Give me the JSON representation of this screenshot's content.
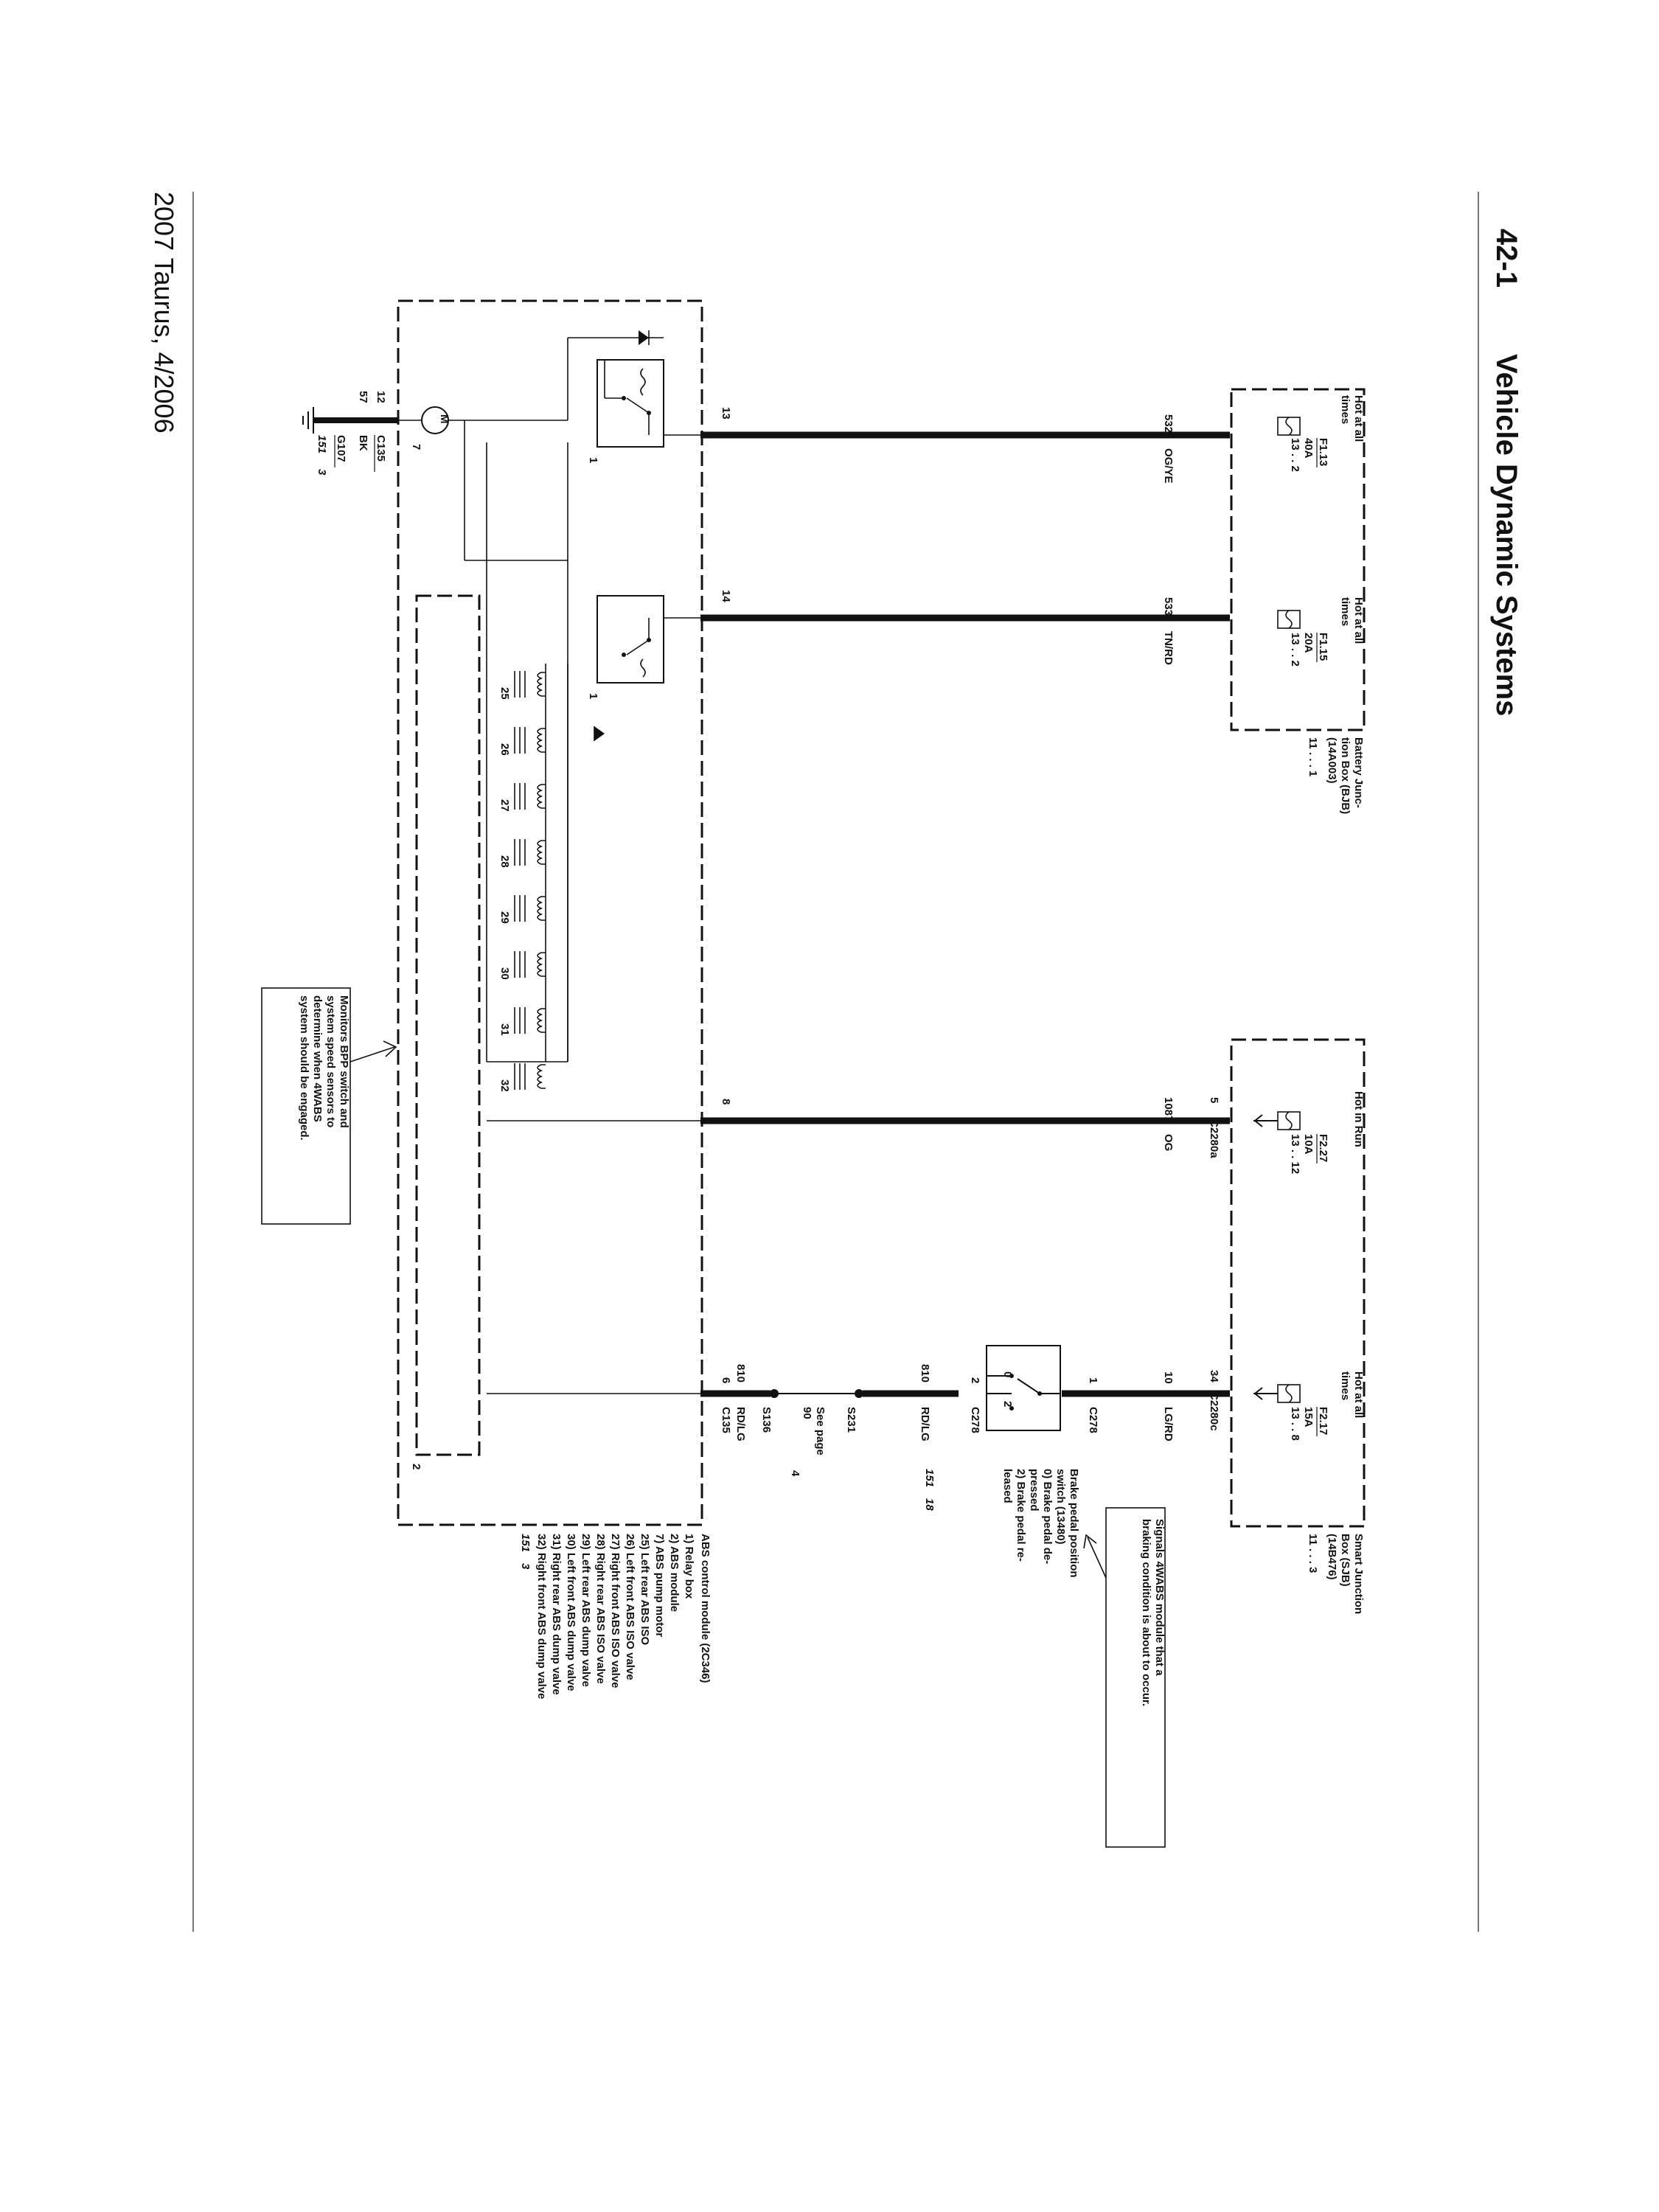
{
  "header": {
    "page_number": "42-1",
    "title": "Vehicle Dynamic Systems"
  },
  "footer": {
    "model": "2007 Taurus, 4/2006"
  },
  "bjb": {
    "label": [
      "Battery Junc-",
      "tion Box (BJB)",
      "(14A003)"
    ],
    "ref": "11 .  .  .  1",
    "fuses": [
      {
        "hot": [
          "Hot at all",
          "times"
        ],
        "id": "F1.13",
        "amp": "40A",
        "ref": "13 .  .  2"
      },
      {
        "hot": [
          "Hot at all",
          "times"
        ],
        "id": "F1.15",
        "amp": "20A",
        "ref": "13 .  .  2"
      }
    ]
  },
  "sjb": {
    "label": [
      "Smart Junction",
      "Box (SJB)",
      "(14B476)"
    ],
    "ref": "11 .  .  .  3",
    "fuses": [
      {
        "hot": [
          "Hot in Run"
        ],
        "id": "F2.27",
        "amp": "10A",
        "ref": "13 .  .  12",
        "pin": "5",
        "connector": "C2280a"
      },
      {
        "hot": [
          "Hot at all",
          "times"
        ],
        "id": "F2.17",
        "amp": "15A",
        "ref": "13 .  .  8",
        "pin": "34",
        "connector": "C2280c"
      }
    ]
  },
  "wires": [
    {
      "circuit": "532",
      "color": "OG/YE",
      "pin": "13"
    },
    {
      "circuit": "533",
      "color": "TN/RD",
      "pin": "14"
    },
    {
      "circuit": "1087",
      "color": "OG",
      "pin": "8"
    },
    {
      "circuit": "10",
      "color": "LG/RD"
    },
    {
      "circuit": "810",
      "color": "RD/LG"
    },
    {
      "circuit": "810",
      "color": "RD/LG",
      "pin": "6",
      "connector": "C135"
    }
  ],
  "switch": {
    "connector": "C278",
    "pin_in": "1",
    "pin_out": "2",
    "pos0": "0",
    "pos2": "2",
    "label": [
      "Brake pedal position",
      "switch (13480)",
      "0)   Brake pedal de-",
      "      pressed",
      "2)   Brake pedal re-",
      "      leased"
    ],
    "ref_a": "151",
    "ref_b": "18"
  },
  "splices": {
    "s231": "S231",
    "s136": "S136",
    "see_page": "See page",
    "see_num": "90",
    "see_ref": "4"
  },
  "callouts": {
    "signals": [
      "Signals 4WABS module that a",
      "braking condition is about to occur."
    ],
    "monitors": [
      "Monitors BPP switch and",
      "system speed sensors to",
      "determine when 4WABS",
      "system should be engaged."
    ]
  },
  "module": {
    "label": "ABS control module (2C346)",
    "items": [
      "1)  Relay box",
      "2)  ABS module",
      "7)  ABS pump motor",
      "25) Left rear ABS ISO",
      "26) Left front ABS ISO valve",
      "27) Right front ABS ISO valve",
      "28) Right rear ABS ISO valve",
      "29) Left rear ABS dump valve",
      "30) Left front ABS dump valve",
      "31) Right rear ABS dump valve",
      "32) Right front ABS dump valve"
    ],
    "ref_a": "151",
    "ref_b": "3",
    "relay_num": "1",
    "module_num": "2",
    "motor_pin": "7",
    "motor_symbol": "M",
    "valves": [
      "25",
      "26",
      "27",
      "28",
      "29",
      "30",
      "31",
      "32"
    ]
  },
  "ground": {
    "pin_a": "12",
    "pin_b": "57",
    "connector": "C135",
    "color": "BK",
    "id": "G107",
    "ref_a": "151",
    "ref_b": "3"
  }
}
